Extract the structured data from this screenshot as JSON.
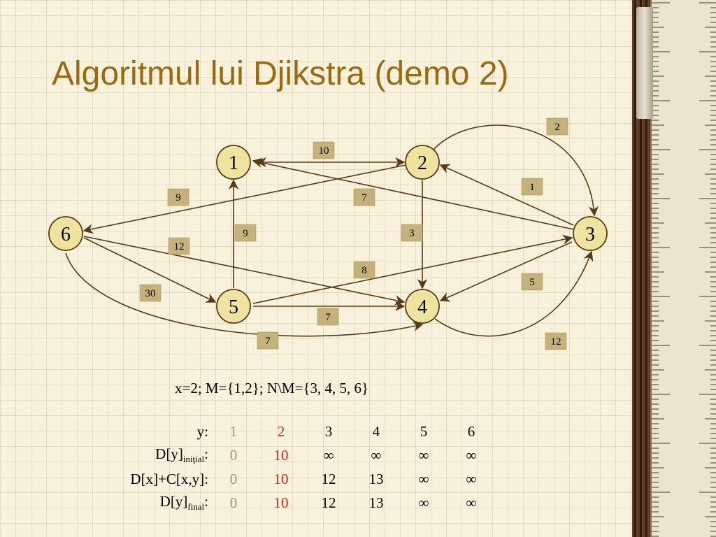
{
  "title": "Algoritmul lui Djikstra (demo 2)",
  "graph": {
    "nodes": [
      "1",
      "2",
      "3",
      "4",
      "5",
      "6"
    ],
    "edges": [
      {
        "from": "1",
        "to": "2",
        "weight": "10",
        "bidirectional": true
      },
      {
        "from": "2",
        "to": "3",
        "weight": "2"
      },
      {
        "from": "3",
        "to": "2",
        "weight": "1"
      },
      {
        "from": "2",
        "to": "6",
        "weight": "9"
      },
      {
        "from": "3",
        "to": "1",
        "weight": "7"
      },
      {
        "from": "5",
        "to": "1",
        "weight": "9"
      },
      {
        "from": "2",
        "to": "4",
        "weight": "3"
      },
      {
        "from": "6",
        "to": "4",
        "weight": "12"
      },
      {
        "from": "5",
        "to": "3",
        "weight": "8"
      },
      {
        "from": "3",
        "to": "4",
        "weight": "5"
      },
      {
        "from": "6",
        "to": "5",
        "weight": "30"
      },
      {
        "from": "5",
        "to": "4",
        "weight": "7"
      },
      {
        "from": "6",
        "to": "4",
        "weight": "7"
      },
      {
        "from": "4",
        "to": "3",
        "weight": "12"
      }
    ]
  },
  "info": "x=2; M={1,2}; N\\M={3, 4, 5, 6}",
  "table": {
    "header_label": "y:",
    "columns": [
      "1",
      "2",
      "3",
      "4",
      "5",
      "6"
    ],
    "rows": [
      {
        "label": "D[y]",
        "sub": "iniţial",
        "values": [
          "0",
          "10",
          "∞",
          "∞",
          "∞",
          "∞"
        ]
      },
      {
        "label": "D[x]+C[x,y]:",
        "sub": "",
        "values": [
          "0",
          "10",
          "12",
          "13",
          "∞",
          "∞"
        ]
      },
      {
        "label": "D[y]",
        "sub": "final",
        "values": [
          "0",
          "10",
          "12",
          "13",
          "∞",
          "∞"
        ]
      }
    ]
  },
  "colors": {
    "title": "#9a6a10",
    "node_fill": "#efe3a0",
    "edge": "#5a3a12",
    "weight_box": "#c5b27a",
    "visited": "#a09270",
    "current": "#e02010"
  }
}
